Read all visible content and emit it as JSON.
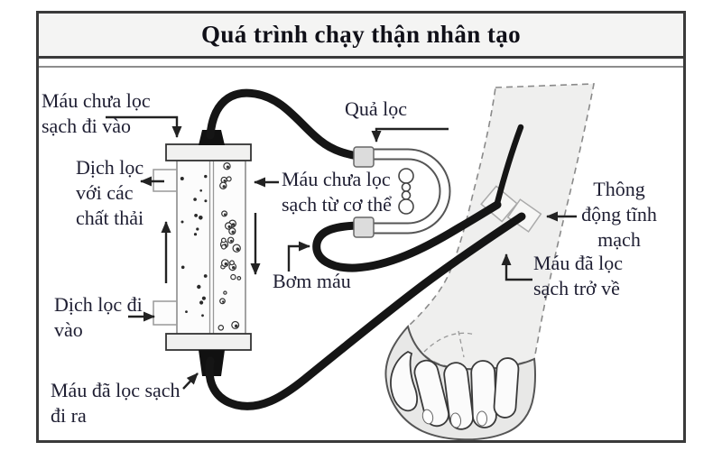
{
  "title": "Quá trình chạy thận nhân tạo",
  "labels": {
    "blood_unfiltered_in": {
      "lines": [
        "Máu chưa lọc",
        "sạch đi vào"
      ]
    },
    "dialysate_with_waste": {
      "lines": [
        "Dịch lọc",
        "với các",
        "chất thải"
      ]
    },
    "dialysate_in": {
      "lines": [
        "Dịch lọc đi",
        "vào"
      ]
    },
    "blood_filtered_out": {
      "lines": [
        "Máu đã lọc sạch",
        "đi ra"
      ]
    },
    "filter": {
      "lines": [
        "Quả lọc"
      ]
    },
    "blood_unfiltered_from_body": {
      "lines": [
        "Máu chưa lọc",
        "sạch từ cơ thể"
      ]
    },
    "blood_pump": {
      "lines": [
        "Bơm máu"
      ]
    },
    "av_fistula": {
      "lines": [
        "Thông",
        "động tĩnh",
        "mạch"
      ]
    },
    "blood_filtered_return": {
      "lines": [
        "Máu đã lọc",
        "sạch trở về"
      ]
    }
  },
  "colors": {
    "text_ink": "#1e1e32",
    "arrow_line": "#222222",
    "tube_black": "#151515",
    "frame_border": "#3a3a3a",
    "titlebar_bg": "#f4f4f3",
    "arm_fill": "#efefee",
    "cap_fill": "#f1f1f0"
  }
}
